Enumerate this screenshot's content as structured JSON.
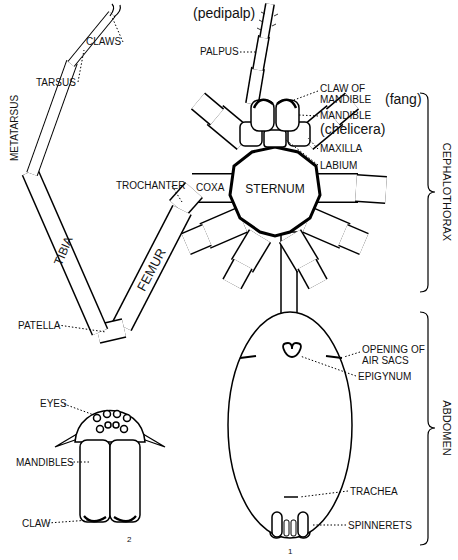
{
  "diagram": {
    "labels": [
      "(pedipalp)",
      "PALPUS",
      "CLAWS",
      "TARSUS",
      "CLAW OF MANDIBLE",
      "(fang)",
      "MANDIBLE",
      "(chelicera)",
      "MAXILLA",
      "LABIUM",
      "CEPHALOTHORAX",
      "METATARSUS",
      "TROCHANTER",
      "COXA",
      "STERNUM",
      "TIBIA",
      "FEMUR",
      "PATELLA",
      "OPENING OF AIR SACS",
      "EPIGYNUM",
      "ABDOMEN",
      "EYES",
      "MANDIBLES",
      "CLAW",
      "2",
      "TRACHEA",
      "SPINNERETS",
      "1"
    ]
  }
}
